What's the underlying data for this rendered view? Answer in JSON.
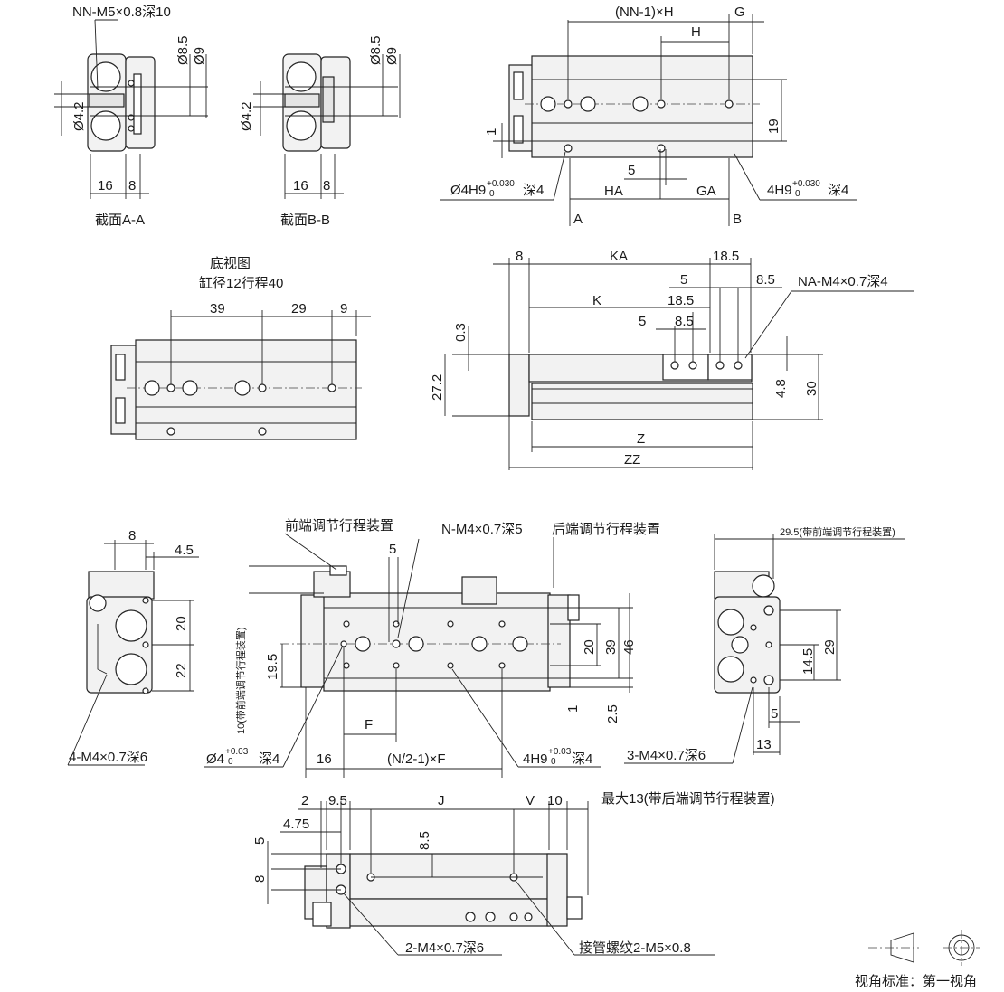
{
  "section_aa": {
    "callout": "NN-M5×0.8深10",
    "d85": "Ø8.5",
    "d9": "Ø9",
    "d42": "Ø4.2",
    "w16": "16",
    "w8": "8",
    "title": "截面A-A"
  },
  "section_bb": {
    "d85": "Ø8.5",
    "d9": "Ø9",
    "d42": "Ø4.2",
    "w16": "16",
    "w8": "8",
    "title": "截面B-B"
  },
  "top_view": {
    "nn_h": "(NN-1)×H",
    "g": "G",
    "h": "H",
    "one": "1",
    "nineteen": "19",
    "five": "5",
    "ha": "HA",
    "ga": "GA",
    "hole_left": "Ø4",
    "hole_left_tol_top": "+0.030",
    "hole_left_tol_bot": "0",
    "hole_left_depth": "深4",
    "hole_left_fit": "H9",
    "hole_right": "4",
    "hole_right_fit": "H9",
    "hole_right_tol_top": "+0.030",
    "hole_right_tol_bot": "0",
    "hole_right_depth": "深4",
    "section_a": "A",
    "section_b": "B"
  },
  "bottom_view": {
    "title": "底视图",
    "subtitle": "缸径12行程40",
    "d39": "39",
    "d29": "29",
    "d9": "9"
  },
  "side_view": {
    "d8": "8",
    "ka": "KA",
    "d185a": "18.5",
    "d5a": "5",
    "d85a": "8.5",
    "callout": "NA-M4×0.7深4",
    "k": "K",
    "d185b": "18.5",
    "d5b": "5",
    "d85b": "8.5",
    "d03": "0.3",
    "d272": "27.2",
    "d48": "4.8",
    "d30": "30",
    "z": "Z",
    "zz": "ZZ"
  },
  "end_view_left": {
    "d8": "8",
    "d45": "4.5",
    "d20": "20",
    "d22": "22",
    "callout": "4-M4×0.7深6"
  },
  "front_view": {
    "front_adjuster": "前端调节行程装置",
    "callout_n": "N-M4×0.7深5",
    "rear_adjuster": "后端调节行程装置",
    "d5": "5",
    "d10": "10(带前端调节行程装置)",
    "d195": "19.5",
    "d20": "20",
    "d39": "39",
    "d46": "46",
    "d1": "1",
    "d25": "2.5",
    "f": "F",
    "hole_left": "Ø4",
    "hole_left_tol_top": "+0.03",
    "hole_left_tol_bot": "0",
    "hole_left_depth": "深4",
    "d16": "16",
    "nf": "(N/2-1)×F",
    "hole_right": "4",
    "hole_right_fit": "H9",
    "hole_right_tol_top": "+0.03",
    "hole_right_tol_bot": "0",
    "hole_right_depth": "深4"
  },
  "end_view_right": {
    "d295": "29.5(带前端调节行程装置)",
    "d145": "14.5",
    "d29": "29",
    "d5": "5",
    "d13": "13",
    "callout": "3-M4×0.7深6"
  },
  "lower_view": {
    "d2": "2",
    "d95": "9.5",
    "j": "J",
    "v": "V",
    "d10": "10",
    "max13": "最大13(带后端调节行程装置)",
    "d475": "4.75",
    "d5": "5",
    "d85": "8.5",
    "d8": "8",
    "callout_left": "2-M4×0.7深6",
    "callout_right": "接管螺纹2-M5×0.8"
  },
  "projection": {
    "label": "视角标准：第一视角"
  }
}
